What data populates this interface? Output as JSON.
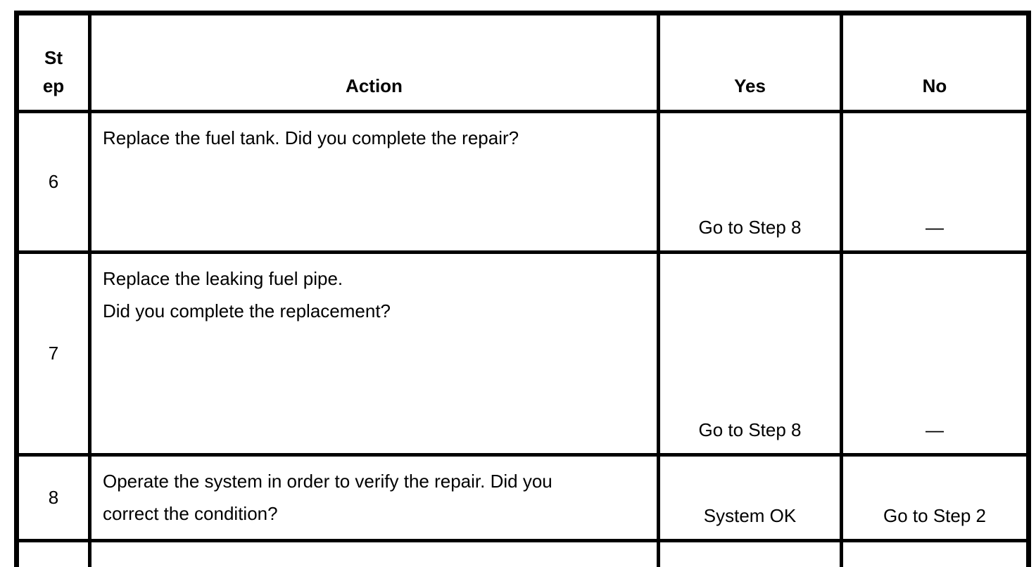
{
  "table": {
    "columns": [
      {
        "key": "step",
        "label": "St\nep"
      },
      {
        "key": "action",
        "label": "Action"
      },
      {
        "key": "yes",
        "label": "Yes"
      },
      {
        "key": "no",
        "label": "No"
      }
    ],
    "rows": [
      {
        "step": "6",
        "action": "Replace the fuel tank. Did you complete the repair?",
        "yes": "Go to Step 8",
        "no": "—"
      },
      {
        "step": "7",
        "action": "Replace the leaking fuel pipe.\nDid you complete the replacement?",
        "yes": "Go to Step 8",
        "no": "—"
      },
      {
        "step": "8",
        "action": "Operate the system in order to verify the repair. Did you\ncorrect the condition?",
        "yes": "System OK",
        "no": "Go to Step 2"
      }
    ]
  },
  "colors": {
    "border": "#000000",
    "background": "#ffffff",
    "text": "#000000"
  }
}
